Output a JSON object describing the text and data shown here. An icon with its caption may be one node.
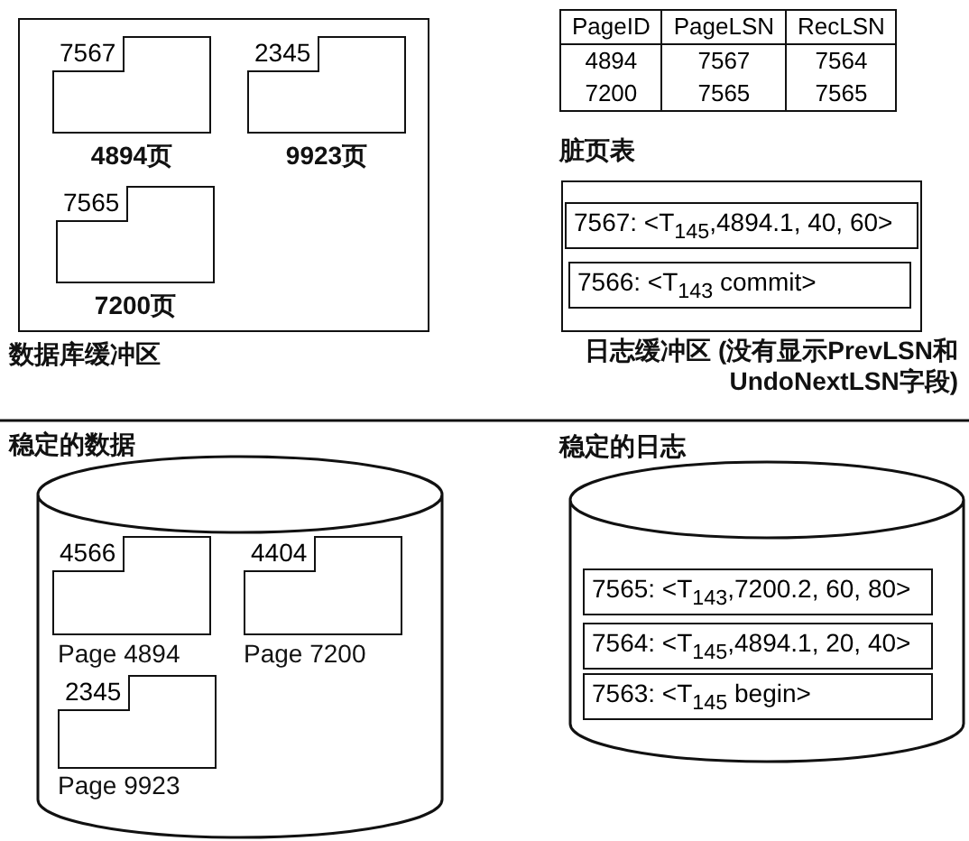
{
  "diagram": {
    "nodes": [
      {
        "text": [
          "数据库缓冲区"
        ]
      },
      {
        "text": [
          "4894页"
        ],
        "in": 0
      },
      {
        "text": [
          "7567"
        ],
        "in": 1
      },
      {
        "text": [
          "9923页"
        ],
        "in": 0
      },
      {
        "text": [
          "2345"
        ],
        "in": 3
      },
      {
        "text": [
          "7200页"
        ],
        "in": 0
      },
      {
        "text": [
          "7565"
        ],
        "in": 5
      },
      {
        "text": [
          "脏页表"
        ]
      },
      {
        "text": [
          "日志缓冲区 (没有显示PrevLSN和 UndoNextLSN字段)"
        ]
      },
      {
        "text": [
          "7567: <T$_{145}$,4894.1, 40, 60>"
        ],
        "in": 8
      },
      {
        "text": [
          "7566: <T$_{143}$ commit>"
        ],
        "in": 8
      },
      {
        "text": [
          "稳定的数据"
        ]
      },
      {
        "text": [
          "Page 4894"
        ],
        "in": 11
      },
      {
        "text": [
          "4566"
        ],
        "in": 12
      },
      {
        "text": [
          "Page 7200"
        ],
        "in": 11
      },
      {
        "text": [
          "4404"
        ],
        "in": 14
      },
      {
        "text": [
          "Page 9923"
        ],
        "in": 11
      },
      {
        "text": [
          "2345"
        ],
        "in": 16
      },
      {
        "text": [
          "稳定的日志"
        ]
      },
      {
        "text": [
          "7565: <T$_{143}$,7200.2, 60, 80>"
        ],
        "in": 18
      },
      {
        "text": [
          "7564: <T$_{145}$,4894.1, 20, 40>"
        ],
        "in": 18
      },
      {
        "text": [
          "7563: <T$_{145}$ begin>"
        ],
        "in": 18
      }
    ],
    "labels": [
      "PageID",
      "PageLSN",
      "RecLSN",
      "4894",
      "7567",
      "7564",
      "7200",
      "7565",
      "7565"
    ]
  }
}
